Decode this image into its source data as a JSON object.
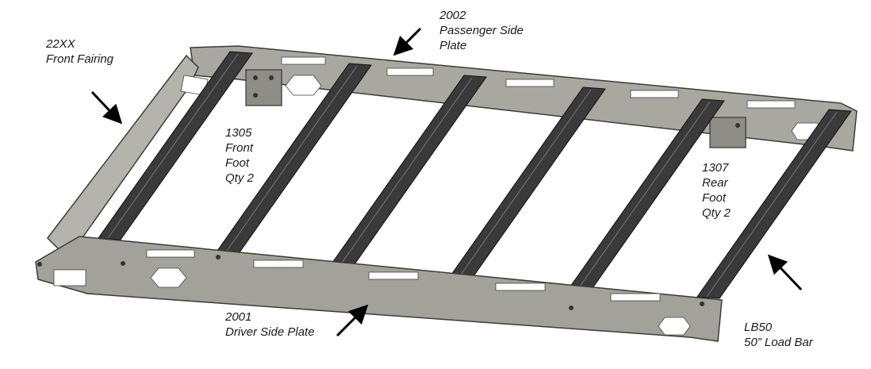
{
  "colors": {
    "plate": "#9a9a92",
    "plate_dark": "#6e6e68",
    "plate_light": "#c2c2ba",
    "bar": "#3a3a3a",
    "bar_dark": "#1e1e1e",
    "arrow": "#000000",
    "background": "#ffffff"
  },
  "labels": {
    "front_fairing": {
      "line1": "22XX",
      "line2": "Front Fairing"
    },
    "passenger_plate": {
      "line1": "2002",
      "line2": "Passenger Side",
      "line3": "Plate"
    },
    "front_foot": {
      "line1": "1305",
      "line2": "Front",
      "line3": "Foot",
      "line4": "Qty 2"
    },
    "rear_foot": {
      "line1": "1307",
      "line2": "Rear",
      "line3": "Foot",
      "line4": "Qty 2"
    },
    "driver_plate": {
      "line1": "2001",
      "line2": "Driver Side Plate"
    },
    "load_bar": {
      "line1": "LB50",
      "line2": "50” Load Bar"
    }
  },
  "icons": [
    "arrow-icon"
  ]
}
